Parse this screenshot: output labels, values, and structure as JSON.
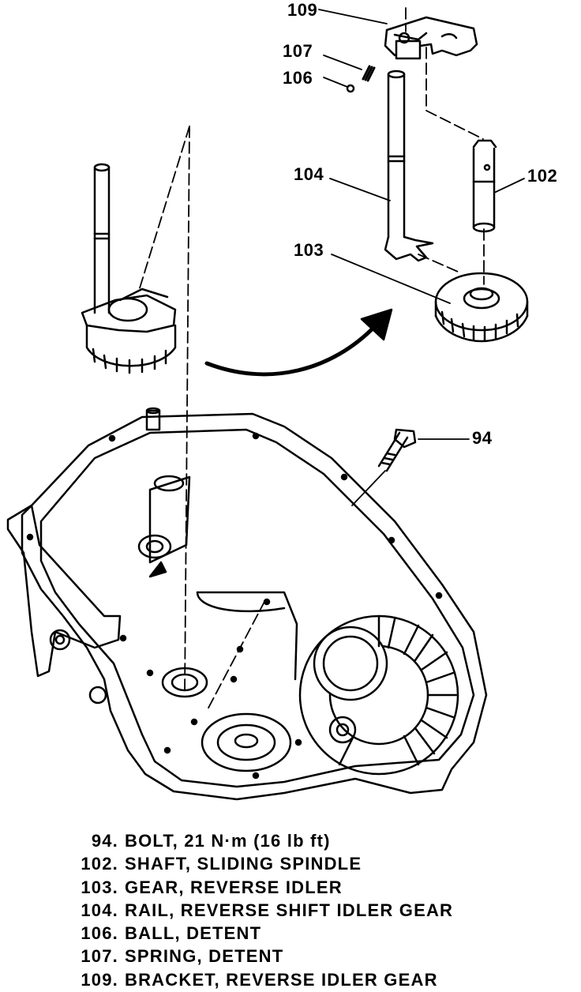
{
  "callouts": {
    "c109": "109",
    "c107": "107",
    "c106": "106",
    "c104": "104",
    "c102": "102",
    "c103": "103",
    "c94": "94"
  },
  "legend": [
    {
      "num": "94.",
      "text": "BOLT, 21 N·m (16 lb ft)"
    },
    {
      "num": "102.",
      "text": "SHAFT, SLIDING SPINDLE"
    },
    {
      "num": "103.",
      "text": "GEAR, REVERSE IDLER"
    },
    {
      "num": "104.",
      "text": "RAIL, REVERSE SHIFT IDLER GEAR"
    },
    {
      "num": "106.",
      "text": "BALL, DETENT"
    },
    {
      "num": "107.",
      "text": "SPRING, DETENT"
    },
    {
      "num": "109.",
      "text": "BRACKET, REVERSE IDLER GEAR"
    }
  ]
}
